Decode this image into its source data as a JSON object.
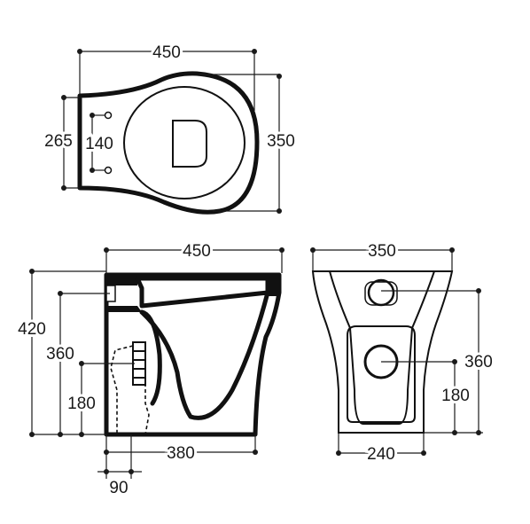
{
  "dimensions": {
    "top_view": {
      "width": "450",
      "depth": "350",
      "outer_fixing": "265",
      "inner_fixing": "140"
    },
    "side_view": {
      "width": "450",
      "height": "420",
      "inlet_height": "360",
      "outlet_height": "180",
      "base_length": "380",
      "outlet_offset": "90"
    },
    "front_view": {
      "width": "350",
      "inlet_height": "360",
      "outlet_height": "180",
      "base_width": "240"
    }
  }
}
